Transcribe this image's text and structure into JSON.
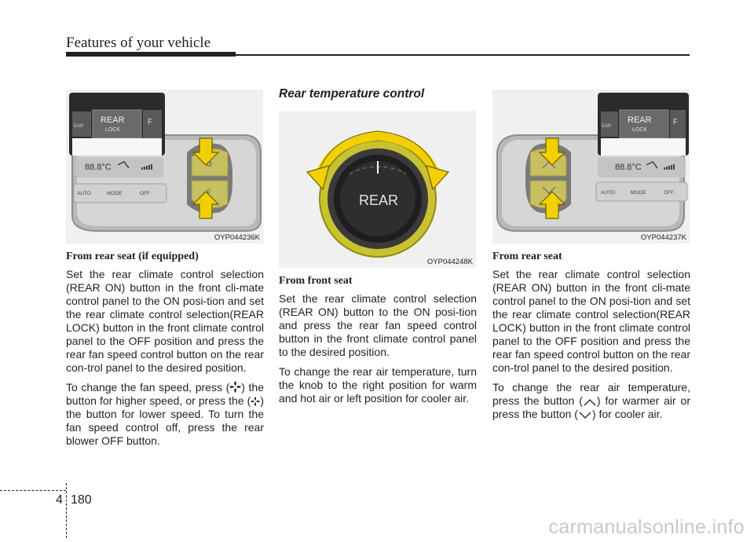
{
  "header": {
    "title": "Features of your vehicle"
  },
  "columns": [
    {
      "figure": {
        "code": "OYP044236K",
        "panel": {
          "button_left": "EAR",
          "button_main_line1": "REAR",
          "button_main_line2": "LOCK",
          "button_right": "F",
          "display": "88.8°C",
          "bottom_buttons": [
            "AUTO",
            "MODE",
            "OFF"
          ]
        }
      },
      "heading": "From rear seat (if equipped)",
      "p1": "Set the rear climate control selection (REAR ON) button in the front cli-mate control panel to the ON posi-tion and set the rear climate control selection(REAR LOCK) button in the front climate control panel to the OFF position and press the rear fan speed control button on the rear con-trol panel to the desired position.",
      "p2_a": "To change the fan speed, press (",
      "p2_b": ") the button for higher speed, or press the (",
      "p2_c": ") the button for lower speed. To turn the fan speed control off, press the rear blower OFF button."
    },
    {
      "title": "Rear temperature control",
      "figure": {
        "code": "OYP044248K",
        "knob_label": "REAR"
      },
      "heading": "From front seat",
      "p1": "Set the rear climate control selection (REAR ON) button to the ON posi-tion and press the rear fan speed control button in the front climate control panel to the desired position.",
      "p2": "To change the rear air temperature, turn the knob to the right position for warm and hot air or left position for cooler air."
    },
    {
      "figure": {
        "code": "OYP044237K",
        "panel": {
          "button_left": "EAR",
          "button_main_line1": "REAR",
          "button_main_line2": "LOCK",
          "button_right": "F",
          "display": "88.8°C",
          "bottom_buttons": [
            "AUTO",
            "MODE",
            "OFF"
          ]
        }
      },
      "heading": "From rear seat",
      "p1": "Set the rear climate control selection (REAR ON) button in the front cli-mate control panel to the ON posi-tion and set the rear climate control selection(REAR LOCK) button in the front climate control panel to the OFF position and press the rear fan speed control button on the rear con-trol panel to the desired position.",
      "p2_a": "To change the rear air temperature, press the button (",
      "p2_b": ") for warmer air or press the button (",
      "p2_c": ") for cooler air."
    }
  ],
  "footer": {
    "section": "4",
    "page": "180",
    "watermark": "carmanualsonline.info"
  },
  "colors": {
    "arrow": "#f2d000",
    "button": "#c8c060",
    "knob_ring": "#c9c230",
    "text": "#231f20"
  }
}
